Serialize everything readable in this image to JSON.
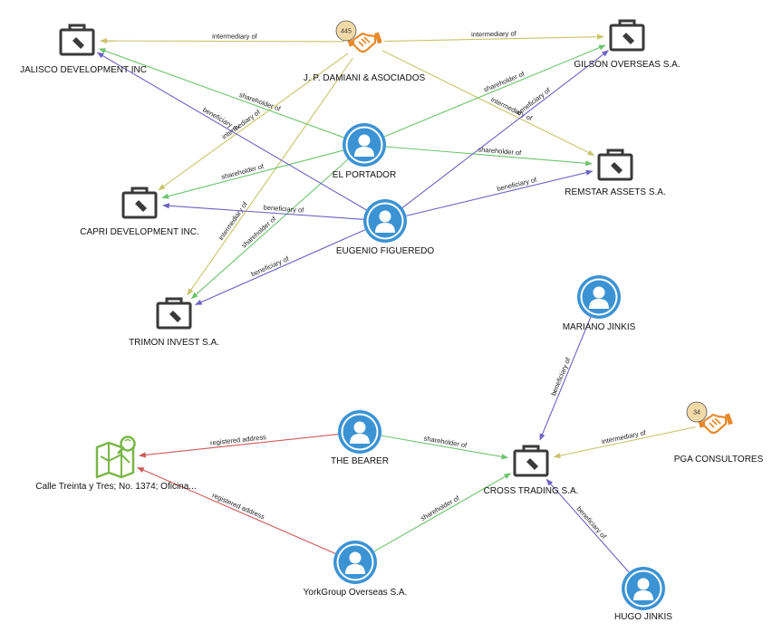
{
  "graph": {
    "nodes": [
      {
        "id": "jalisco",
        "label": "JALISCO DEVELOPMENT INC",
        "type": "company",
        "icon": "briefcase-icon"
      },
      {
        "id": "damiani",
        "label": "J. P. DAMIANI & ASOCIADOS",
        "type": "intermediary",
        "icon": "handshake-icon",
        "badge": "445"
      },
      {
        "id": "gilson",
        "label": "GILSON OVERSEAS S.A.",
        "type": "company",
        "icon": "briefcase-icon"
      },
      {
        "id": "portador",
        "label": "EL PORTADOR",
        "type": "person",
        "icon": "person-icon"
      },
      {
        "id": "remstar",
        "label": "REMSTAR ASSETS S.A.",
        "type": "company",
        "icon": "briefcase-icon"
      },
      {
        "id": "capri",
        "label": "CAPRI DEVELOPMENT INC.",
        "type": "company",
        "icon": "briefcase-icon"
      },
      {
        "id": "eugenio",
        "label": "EUGENIO FIGUEREDO",
        "type": "person",
        "icon": "person-icon"
      },
      {
        "id": "trimon",
        "label": "TRIMON INVEST S.A.",
        "type": "company",
        "icon": "briefcase-icon"
      },
      {
        "id": "mariano",
        "label": "MARIANO JINKIS",
        "type": "person",
        "icon": "person-icon"
      },
      {
        "id": "pga",
        "label": "PGA CONSULTORES",
        "type": "intermediary",
        "icon": "handshake-icon",
        "badge": "34"
      },
      {
        "id": "bearer",
        "label": "THE BEARER",
        "type": "person",
        "icon": "person-icon"
      },
      {
        "id": "address",
        "label": "Calle Treinta  y Tres; No. 1374; Oficina...",
        "type": "address",
        "icon": "map-pin-icon"
      },
      {
        "id": "cross",
        "label": "CROSS TRADING S.A.",
        "type": "company",
        "icon": "briefcase-icon"
      },
      {
        "id": "york",
        "label": "YorkGroup Overseas S.A.",
        "type": "person",
        "icon": "person-icon"
      },
      {
        "id": "hugo",
        "label": "HUGO JINKIS",
        "type": "person",
        "icon": "person-icon"
      }
    ],
    "edges": [
      {
        "from": "damiani",
        "to": "jalisco",
        "label": "intermediary of",
        "rel": "intermediary"
      },
      {
        "from": "damiani",
        "to": "gilson",
        "label": "intermediary of",
        "rel": "intermediary"
      },
      {
        "from": "damiani",
        "to": "remstar",
        "label": "intermediary of",
        "rel": "intermediary"
      },
      {
        "from": "damiani",
        "to": "capri",
        "label": "intermediary of",
        "rel": "intermediary"
      },
      {
        "from": "damiani",
        "to": "trimon",
        "label": "intermediary of",
        "rel": "intermediary"
      },
      {
        "from": "portador",
        "to": "jalisco",
        "label": "shareholder of",
        "rel": "shareholder"
      },
      {
        "from": "portador",
        "to": "gilson",
        "label": "shareholder of",
        "rel": "shareholder"
      },
      {
        "from": "portador",
        "to": "remstar",
        "label": "shareholder of",
        "rel": "shareholder"
      },
      {
        "from": "portador",
        "to": "capri",
        "label": "shareholder of",
        "rel": "shareholder"
      },
      {
        "from": "portador",
        "to": "trimon",
        "label": "shareholder of",
        "rel": "shareholder"
      },
      {
        "from": "eugenio",
        "to": "jalisco",
        "label": "beneficiary of",
        "rel": "beneficiary"
      },
      {
        "from": "eugenio",
        "to": "gilson",
        "label": "beneficiary of",
        "rel": "beneficiary"
      },
      {
        "from": "eugenio",
        "to": "remstar",
        "label": "beneficiary of",
        "rel": "beneficiary"
      },
      {
        "from": "eugenio",
        "to": "capri",
        "label": "beneficiary of",
        "rel": "beneficiary"
      },
      {
        "from": "eugenio",
        "to": "trimon",
        "label": "beneficiary of",
        "rel": "beneficiary"
      },
      {
        "from": "mariano",
        "to": "cross",
        "label": "beneficiary of",
        "rel": "beneficiary"
      },
      {
        "from": "pga",
        "to": "cross",
        "label": "intermediary of",
        "rel": "intermediary"
      },
      {
        "from": "bearer",
        "to": "address",
        "label": "registered address",
        "rel": "address"
      },
      {
        "from": "bearer",
        "to": "cross",
        "label": "shareholder of",
        "rel": "shareholder"
      },
      {
        "from": "york",
        "to": "address",
        "label": "registered address",
        "rel": "address"
      },
      {
        "from": "york",
        "to": "cross",
        "label": "shareholder of",
        "rel": "shareholder"
      },
      {
        "from": "hugo",
        "to": "cross",
        "label": "beneficiary of",
        "rel": "beneficiary"
      }
    ]
  },
  "colors": {
    "intermediary": "#c9c46a",
    "shareholder": "#6cc46c",
    "beneficiary": "#6b62c4",
    "address": "#cc5a5a",
    "person": "#3b93d4",
    "company": "#3a3a3a",
    "intermediary_icon": "#e88a2a",
    "badge_fill": "#f2d9a8",
    "address_icon": "#7ab648"
  }
}
